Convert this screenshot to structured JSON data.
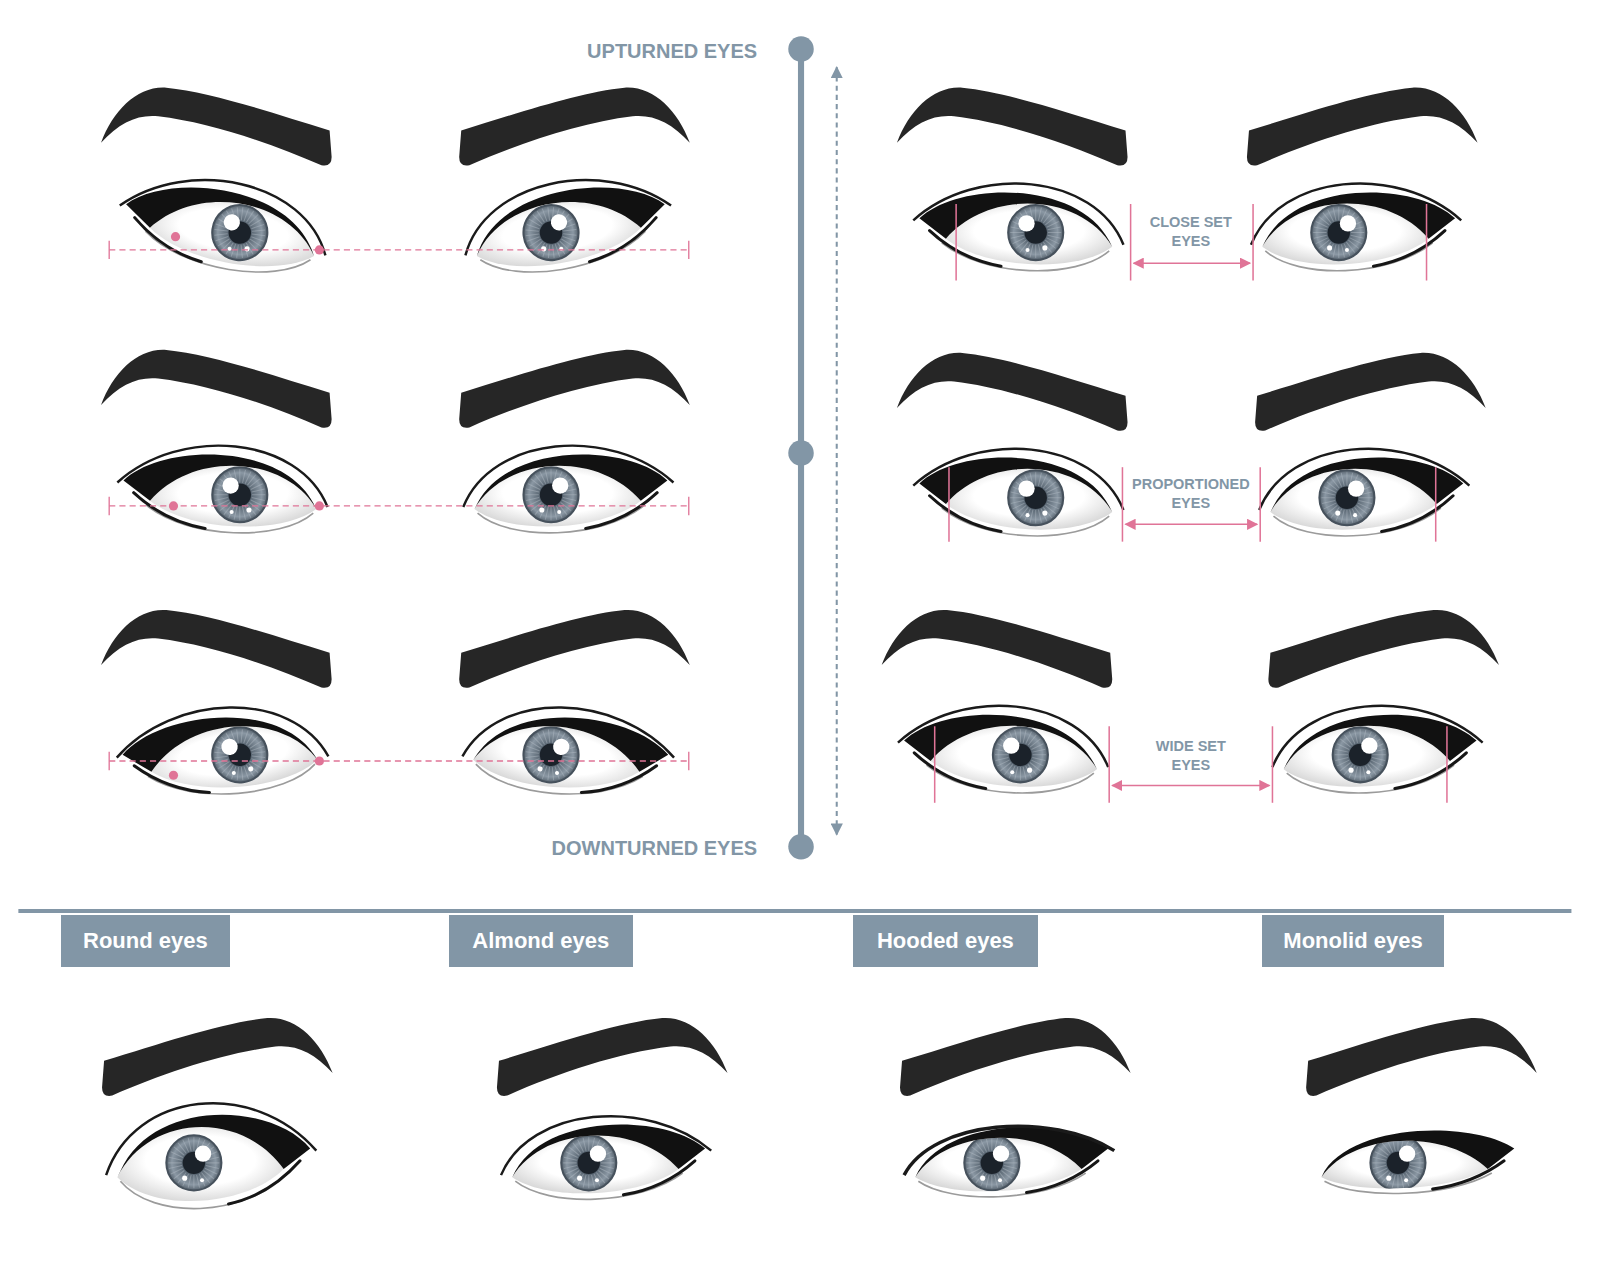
{
  "diagram": {
    "nodes": [
      {
        "text": [
          "Round eyes"
        ]
      },
      {
        "text": [
          "Almond eyes"
        ]
      },
      {
        "text": [
          "Hooded eyes"
        ]
      },
      {
        "text": [
          "Monolid eyes"
        ]
      }
    ],
    "labels": [
      "UPTURNED EYES",
      "DOWNTURNED EYES",
      "CLOSE SET EYES",
      "PROPORTIONED EYES",
      "WIDE SET EYES"
    ]
  }
}
